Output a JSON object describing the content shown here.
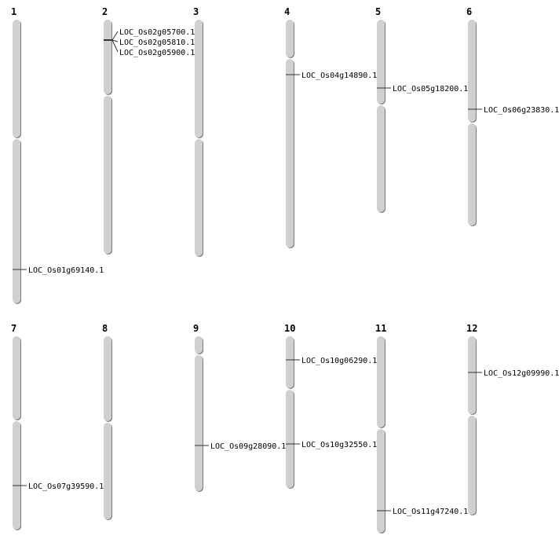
{
  "chromosomes": [
    {
      "label": "1",
      "genes": [
        "LOC_Os01g69140.1"
      ]
    },
    {
      "label": "2",
      "genes": [
        "LOC_Os02g05700.1",
        "LOC_Os02g05810.1",
        "LOC_Os02g05900.1"
      ]
    },
    {
      "label": "3",
      "genes": []
    },
    {
      "label": "4",
      "genes": [
        "LOC_Os04g14890.1"
      ]
    },
    {
      "label": "5",
      "genes": [
        "LOC_Os05g18200.1"
      ]
    },
    {
      "label": "6",
      "genes": [
        "LOC_Os06g23830.1"
      ]
    },
    {
      "label": "7",
      "genes": [
        "LOC_Os07g39590.1"
      ]
    },
    {
      "label": "8",
      "genes": []
    },
    {
      "label": "9",
      "genes": [
        "LOC_Os09g28090.1"
      ]
    },
    {
      "label": "10",
      "genes": [
        "LOC_Os10g06290.1",
        "LOC_Os10g32550.1"
      ]
    },
    {
      "label": "11",
      "genes": [
        "LOC_Os11g47240.1"
      ]
    },
    {
      "label": "12",
      "genes": [
        "LOC_Os12g09990.1"
      ]
    }
  ],
  "colors": {
    "chromosome": "#d0d0d0",
    "shadow": "#7a7a7a",
    "marker": "#333333",
    "text": "#000000"
  }
}
